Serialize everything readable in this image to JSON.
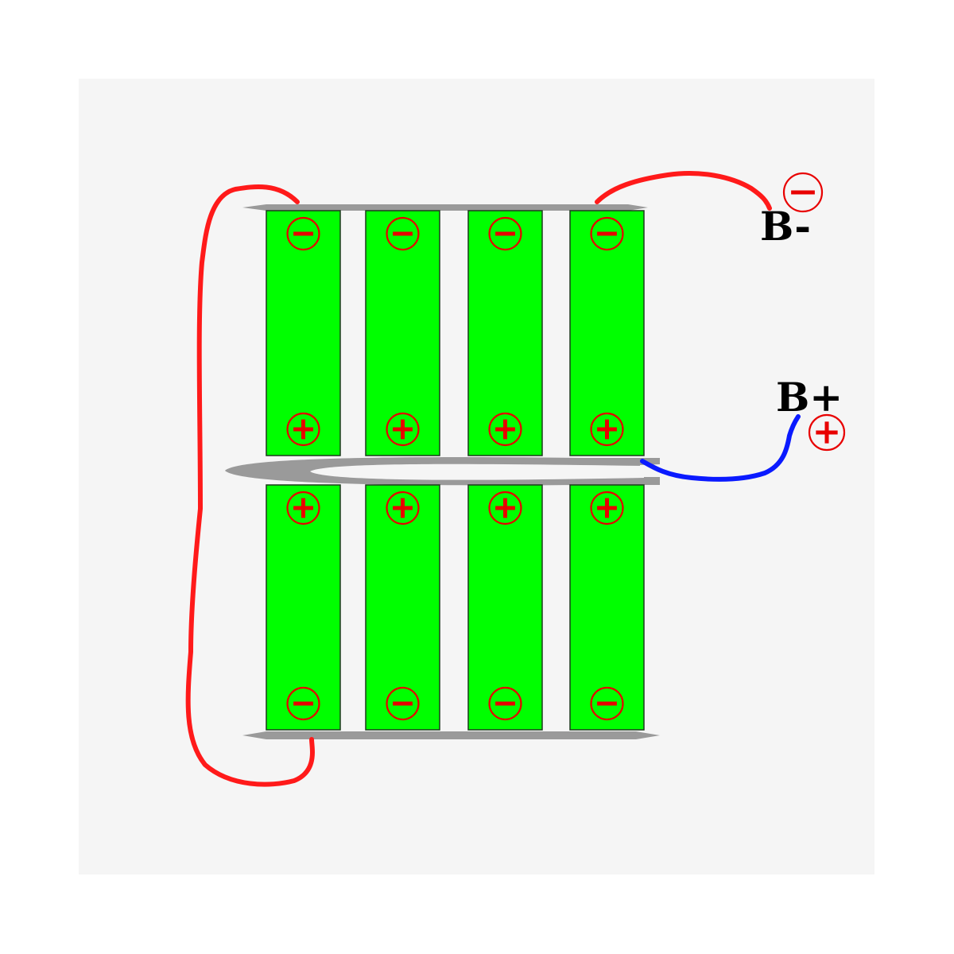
{
  "colors": {
    "background": "#ffffff",
    "panel": "#f5f5f5",
    "cell_fill": "#00ff00",
    "cell_border": "#1b3a1b",
    "nickel_strip": "#9a9a9a",
    "polarity_mark": "#e80000",
    "negative_wire": "#ff1a1a",
    "positive_wire": "#0a1aff",
    "label_text": "#000000"
  },
  "battery_pack": {
    "rows": [
      {
        "row": "top",
        "cells": [
          {
            "top_terminal": "negative",
            "bottom_terminal": "positive"
          },
          {
            "top_terminal": "negative",
            "bottom_terminal": "positive"
          },
          {
            "top_terminal": "negative",
            "bottom_terminal": "positive"
          },
          {
            "top_terminal": "negative",
            "bottom_terminal": "positive"
          }
        ]
      },
      {
        "row": "bottom",
        "cells": [
          {
            "top_terminal": "positive",
            "bottom_terminal": "negative"
          },
          {
            "top_terminal": "positive",
            "bottom_terminal": "negative"
          },
          {
            "top_terminal": "positive",
            "bottom_terminal": "negative"
          },
          {
            "top_terminal": "positive",
            "bottom_terminal": "negative"
          }
        ]
      }
    ]
  },
  "terminals": {
    "negative": {
      "label": "B-",
      "symbol": "negative",
      "wire_color": "#ff1a1a"
    },
    "positive": {
      "label": "B+",
      "symbol": "positive",
      "wire_color": "#0a1aff"
    }
  }
}
